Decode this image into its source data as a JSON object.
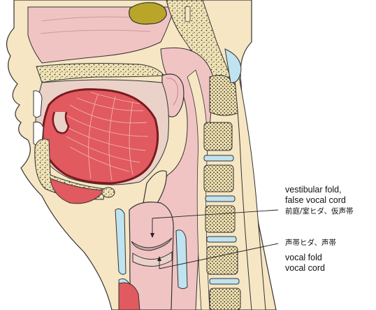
{
  "labels": {
    "vestibular_en_1": "vestibular fold,",
    "vestibular_en_2": "false vocal cord",
    "vestibular_jp": "前庭/室ヒダ、仮声帯",
    "vocal_jp": "声帯ヒダ、声帯",
    "vocal_en_1": "vocal fold",
    "vocal_en_2": "vocal cord"
  },
  "colors": {
    "skin": "#f6e6c4",
    "soft_tissue": "#f1c4c4",
    "cavity": "#ead2c8",
    "tongue": "#e05a5f",
    "bone": "#f0e3b6",
    "bone_dots": "#3a3a2a",
    "cartilage": "#bfe3ef",
    "gland": "#b9a52a",
    "outline": "#333333"
  }
}
